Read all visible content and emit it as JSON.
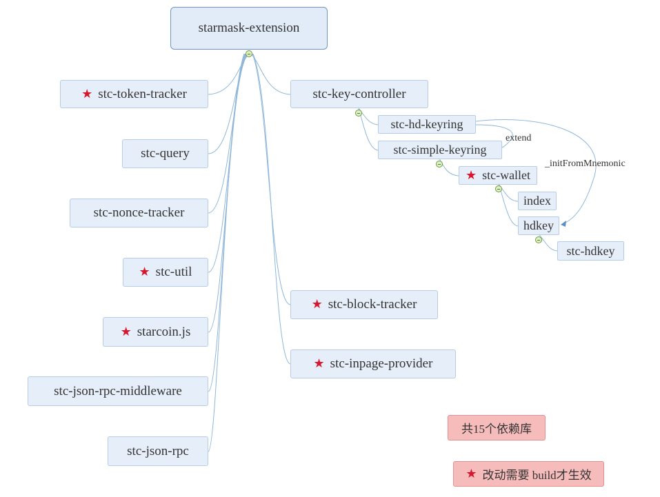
{
  "root": "starmask-extension",
  "left_branches": [
    {
      "label": "stc-token-tracker",
      "star": true
    },
    {
      "label": "stc-query",
      "star": false
    },
    {
      "label": "stc-nonce-tracker",
      "star": false
    },
    {
      "label": "stc-util",
      "star": true
    },
    {
      "label": "starcoin.js",
      "star": true
    },
    {
      "label": "stc-json-rpc-middleware",
      "star": false
    },
    {
      "label": "stc-json-rpc",
      "star": false
    }
  ],
  "right_branches": [
    {
      "label": "stc-key-controller",
      "star": false
    },
    {
      "label": "stc-block-tracker",
      "star": true
    },
    {
      "label": "stc-inpage-provider",
      "star": true
    }
  ],
  "key_controller_children": [
    "stc-hd-keyring",
    "stc-simple-keyring"
  ],
  "wallet": {
    "label": "stc-wallet",
    "star": true
  },
  "wallet_children": [
    "index",
    "hdkey"
  ],
  "hdkey_child": "stc-hdkey",
  "relationships": {
    "extend": "extend",
    "init": "_initFromMnemonic"
  },
  "notes": {
    "count": "共15个依赖库",
    "build": "改动需要 build才生效"
  },
  "star_symbol": "★",
  "colors": {
    "star": "#d7172f",
    "node_fill": "#e6eff9",
    "note_fill": "#f6bcbc",
    "link": "#8fb6d9"
  }
}
